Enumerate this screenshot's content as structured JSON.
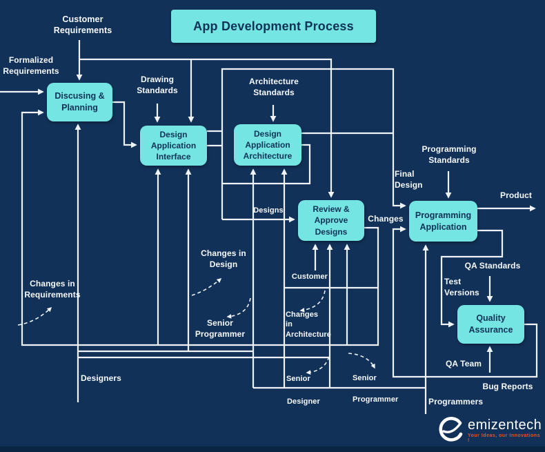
{
  "title": "App Development Process",
  "boxes": {
    "discussing_planning": "Discusing &\nPlanning",
    "design_application_interface": "Design\nApplication\nInterface",
    "design_application_architecture": "Design\nApplication\nArchitecture",
    "review_approve_designs": "Review &\nApprove\nDesigns",
    "programming_application": "Programming\nApplication",
    "quality_assurance": "Quality\nAssurance"
  },
  "labels": {
    "customer_requirements": "Customer\nRequirements",
    "formalized_requirements": "Formalized\nRequirements",
    "drawing_standards": "Drawing\nStandards",
    "architecture_standards": "Architecture\nStandards",
    "programming_standards": "Programming\nStandards",
    "final_design": "Final\nDesign",
    "designs": "Designs",
    "changes": "Changes",
    "product": "Product",
    "qa_standards": "QA Standards",
    "test_versions": "Test\nVersions",
    "qa_team": "QA Team",
    "bug_reports": "Bug Reports",
    "changes_in_design": "Changes in\nDesign",
    "changes_in_requirements": "Changes in\nRequirements",
    "senior_programmer_mid": "Senior\nProgrammer",
    "customer": "Customer",
    "changes_in_architecture": "Changes\nin\nArchitecture",
    "designers": "Designers",
    "senior_designer_line1": "Senior",
    "senior_designer_line2": "Designer",
    "senior_programmer_line1": "Senior",
    "senior_programmer_line2": "Programmer",
    "programmers": "Programmers"
  },
  "logo": {
    "name": "emizentech",
    "tagline": "Your Ideas, our Innovations !"
  },
  "colors": {
    "background": "#123158",
    "box_fill": "#74e5e2",
    "box_text": "#0f3257",
    "line": "#eef3f7",
    "tagline": "#e8542e"
  }
}
